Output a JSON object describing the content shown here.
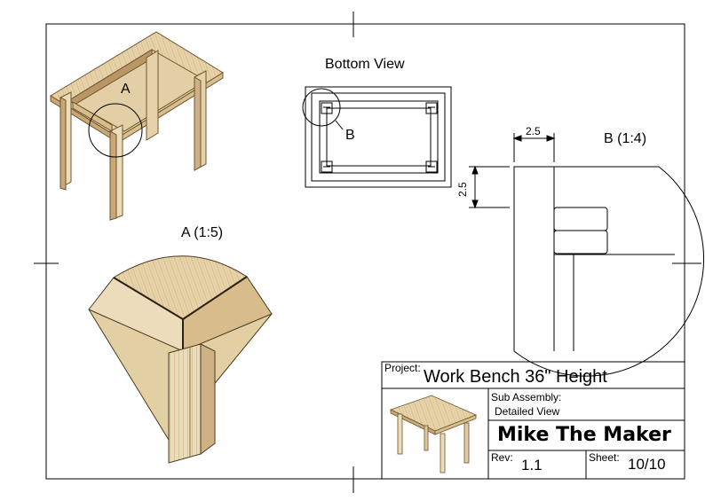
{
  "views": {
    "iso_callout": "A",
    "bottom_title": "Bottom View",
    "bottom_callout": "B",
    "detail_a_title": "A (1:5)",
    "detail_b_title": "B (1:4)",
    "dim_horizontal": "2.5",
    "dim_vertical": "2.5"
  },
  "title_block": {
    "project_label": "Project:",
    "project_value": "Work Bench 36\" Height",
    "sub_assembly_label": "Sub Assembly:",
    "sub_assembly_value": "Detailed View",
    "maker": "Mike The Maker",
    "rev_label": "Rev:",
    "rev_value": "1.1",
    "sheet_label": "Sheet:",
    "sheet_value": "10/10"
  },
  "colors": {
    "wood_light": "#efe0c2",
    "wood_mid": "#dcc396",
    "wood_dark": "#b2905e",
    "line": "#000000"
  }
}
